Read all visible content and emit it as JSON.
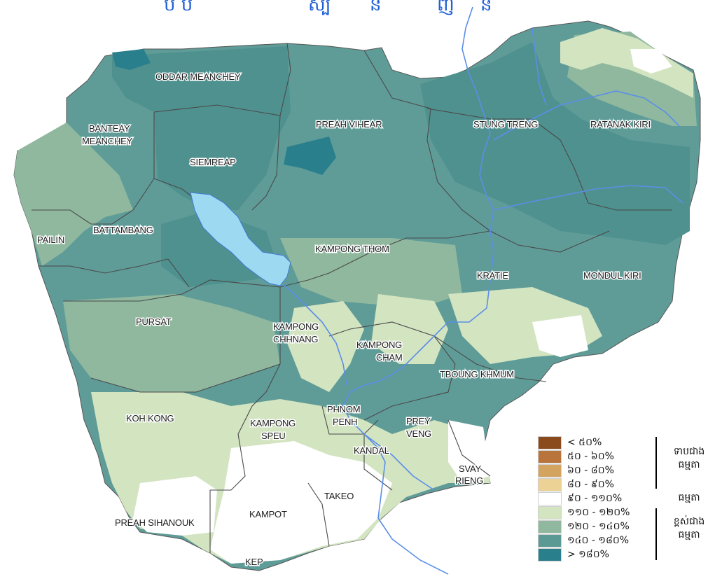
{
  "title_fragments": [
    "ប ប",
    "ស្ប",
    "ន",
    "ញ",
    "ន"
  ],
  "provinces": [
    {
      "id": "oddar-meanchey",
      "name": "ODDAR MEANCHEY"
    },
    {
      "id": "preah-vihear",
      "name": "PREAH VIHEAR"
    },
    {
      "id": "stung-treng",
      "name": "STUNG TRENG"
    },
    {
      "id": "ratanak-kiri",
      "name": "RATANAK KIRI"
    },
    {
      "id": "banteay-meanchey-1",
      "name": "BANTEAY"
    },
    {
      "id": "banteay-meanchey-2",
      "name": "MEANCHEY"
    },
    {
      "id": "siemreap",
      "name": "SIEMREAP"
    },
    {
      "id": "pailin",
      "name": "PAILIN"
    },
    {
      "id": "battambang",
      "name": "BATTAMBANG"
    },
    {
      "id": "kampong-thom",
      "name": "KAMPONG THOM"
    },
    {
      "id": "kratie",
      "name": "KRATIE"
    },
    {
      "id": "mondul-kiri",
      "name": "MONDUL KIRI"
    },
    {
      "id": "pursat",
      "name": "PURSAT"
    },
    {
      "id": "kampong-chhnang-1",
      "name": "KAMPONG"
    },
    {
      "id": "kampong-chhnang-2",
      "name": "CHHNANG"
    },
    {
      "id": "kampong-cham-1",
      "name": "KAMPONG"
    },
    {
      "id": "kampong-cham-2",
      "name": "CHAM"
    },
    {
      "id": "tboung-khmum",
      "name": "TBOUNG KHMUM"
    },
    {
      "id": "koh-kong",
      "name": "KOH KONG"
    },
    {
      "id": "kampong-speu-1",
      "name": "KAMPONG"
    },
    {
      "id": "kampong-speu-2",
      "name": "SPEU"
    },
    {
      "id": "phnom-penh-1",
      "name": "PHNOM"
    },
    {
      "id": "phnom-penh-2",
      "name": "PENH"
    },
    {
      "id": "prey-veng-1",
      "name": "PREY"
    },
    {
      "id": "prey-veng-2",
      "name": "VENG"
    },
    {
      "id": "kandal",
      "name": "KANDAL"
    },
    {
      "id": "svay-rieng-1",
      "name": "SVAY"
    },
    {
      "id": "svay-rieng-2",
      "name": "RIENG"
    },
    {
      "id": "takeo",
      "name": "TAKEO"
    },
    {
      "id": "kampot",
      "name": "KAMPOT"
    },
    {
      "id": "preah-sihanouk",
      "name": "PREAH SIHANOUK"
    },
    {
      "id": "kep",
      "name": "KEP"
    }
  ],
  "legend": {
    "classes": [
      {
        "label": "< ៥០%",
        "color": "#8b4a1c"
      },
      {
        "label": "៥០ - ៦០%",
        "color": "#b8743a"
      },
      {
        "label": "៦០ - ៨០%",
        "color": "#d3a460"
      },
      {
        "label": "៨០ - ៩០%",
        "color": "#ecd294"
      },
      {
        "label": "៩០ - ១១០%",
        "color": "#ffffff"
      },
      {
        "label": "១១០ - ១២០%",
        "color": "#d3e4c1"
      },
      {
        "label": "១២០ - ១៤០%",
        "color": "#8fb89e"
      },
      {
        "label": "១៤០ - ១៨០%",
        "color": "#5a9994"
      },
      {
        "label": "> ១៨០%",
        "color": "#2a7f8c"
      }
    ],
    "groups": {
      "below": "ទាបជាង ធម្មតា",
      "normal": "ធម្មតា",
      "above": "ខ្ពស់ជាង ធម្មតា"
    }
  },
  "colors": {
    "lake": "#9ed9f2",
    "river": "#5b8ee8",
    "border": "#4a4a4a",
    "title": "#1f5fd6"
  }
}
